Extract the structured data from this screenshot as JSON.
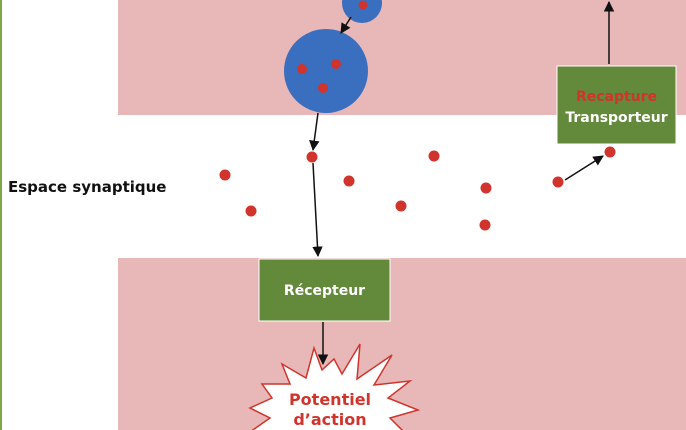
{
  "labels": {
    "cleft": "Espace synaptique",
    "recapture": "Recapture",
    "transporter": "Transporteur",
    "receptor": "Récepteur",
    "potential_line1": "Potentiel",
    "potential_line2": "d’action"
  },
  "colors": {
    "neuron": "#e8b7b8",
    "border": "#7da648",
    "vesicle": "#3a6fbf",
    "molecule": "#d0342c",
    "box": "#63893a",
    "arrow": "#111111"
  }
}
